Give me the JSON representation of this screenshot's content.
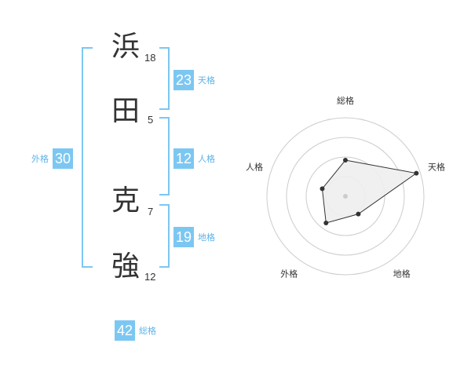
{
  "name": {
    "chars": [
      {
        "char": "浜",
        "strokes": "18"
      },
      {
        "char": "田",
        "strokes": "5"
      },
      {
        "char": "克",
        "strokes": "7"
      },
      {
        "char": "強",
        "strokes": "12"
      }
    ]
  },
  "scores": {
    "tenkaku": {
      "value": "23",
      "label": "天格"
    },
    "jinkaku": {
      "value": "12",
      "label": "人格"
    },
    "chikaku": {
      "value": "19",
      "label": "地格"
    },
    "gaikaku": {
      "value": "30",
      "label": "外格"
    },
    "soukaku": {
      "value": "42",
      "label": "総格"
    }
  },
  "colors": {
    "accent": "#7cc7f2",
    "accent_text": "#5fb3e6",
    "radar_fill": "#eeeeee",
    "radar_ring": "#cccccc"
  },
  "chart_data": {
    "type": "radar",
    "axes": [
      "総格",
      "天格",
      "地格",
      "外格",
      "人格"
    ],
    "max": 5,
    "rings": 4,
    "values": [
      2.3,
      4.75,
      1.4,
      2.1,
      1.55
    ]
  }
}
